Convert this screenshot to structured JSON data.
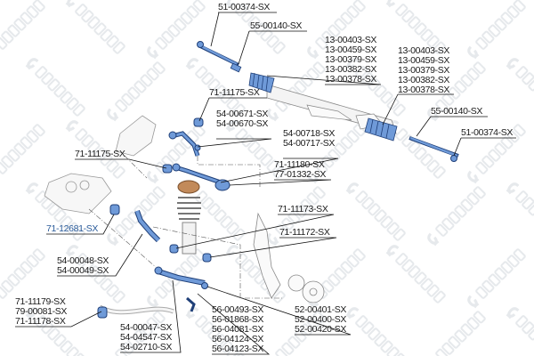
{
  "watermark": "STELLOX",
  "colors": {
    "part_blue": "#6f9ad8",
    "part_dark": "#1f3f78",
    "spring_mount": "#c28a5a",
    "highlight_label": "#2a5b9a"
  },
  "labels": {
    "tie_rod_end_left": [
      "51-00374-SX"
    ],
    "tie_rod_left": [
      "55-00140-SX"
    ],
    "boot_left": [
      "13-00403-SX",
      "13-00459-SX",
      "13-00379-SX",
      "13-00382-SX",
      "13-00378-SX"
    ],
    "boot_right": [
      "13-00403-SX",
      "13-00459-SX",
      "13-00379-SX",
      "13-00382-SX",
      "13-00378-SX"
    ],
    "tie_rod_right": [
      "55-00140-SX"
    ],
    "tie_rod_end_right": [
      "51-00374-SX"
    ],
    "bushing_upper": [
      "71-11175-SX"
    ],
    "upper_arm_front": [
      "54-00671-SX",
      "54-00670-SX"
    ],
    "upper_arm_rear": [
      "54-00718-SX",
      "54-00717-SX"
    ],
    "bushing_upper_2": [
      "71-11175-SX"
    ],
    "strut_mount": [
      "71-11180-SX",
      "77-01332-SX"
    ],
    "bushing_highlighted": [
      "71-12681-SX"
    ],
    "bushing_71_11173": [
      "71-11173-SX"
    ],
    "bushing_71_11172": [
      "71-11172-SX"
    ],
    "lower_arm_front": [
      "54-00048-SX",
      "54-00049-SX"
    ],
    "stabilizer_bushing": [
      "71-11179-SX",
      "79-00081-SX",
      "71-11178-SX"
    ],
    "lower_arm_rear": [
      "54-00047-SX",
      "54-04547-SX",
      "54-02710-SX"
    ],
    "stabilizer_link": [
      "56-00493-SX",
      "56-01868-SX",
      "56-04081-SX",
      "56-04124-SX",
      "56-04123-SX"
    ],
    "ball_joint": [
      "52-00401-SX",
      "52-00400-SX",
      "52-00420-SX"
    ]
  }
}
